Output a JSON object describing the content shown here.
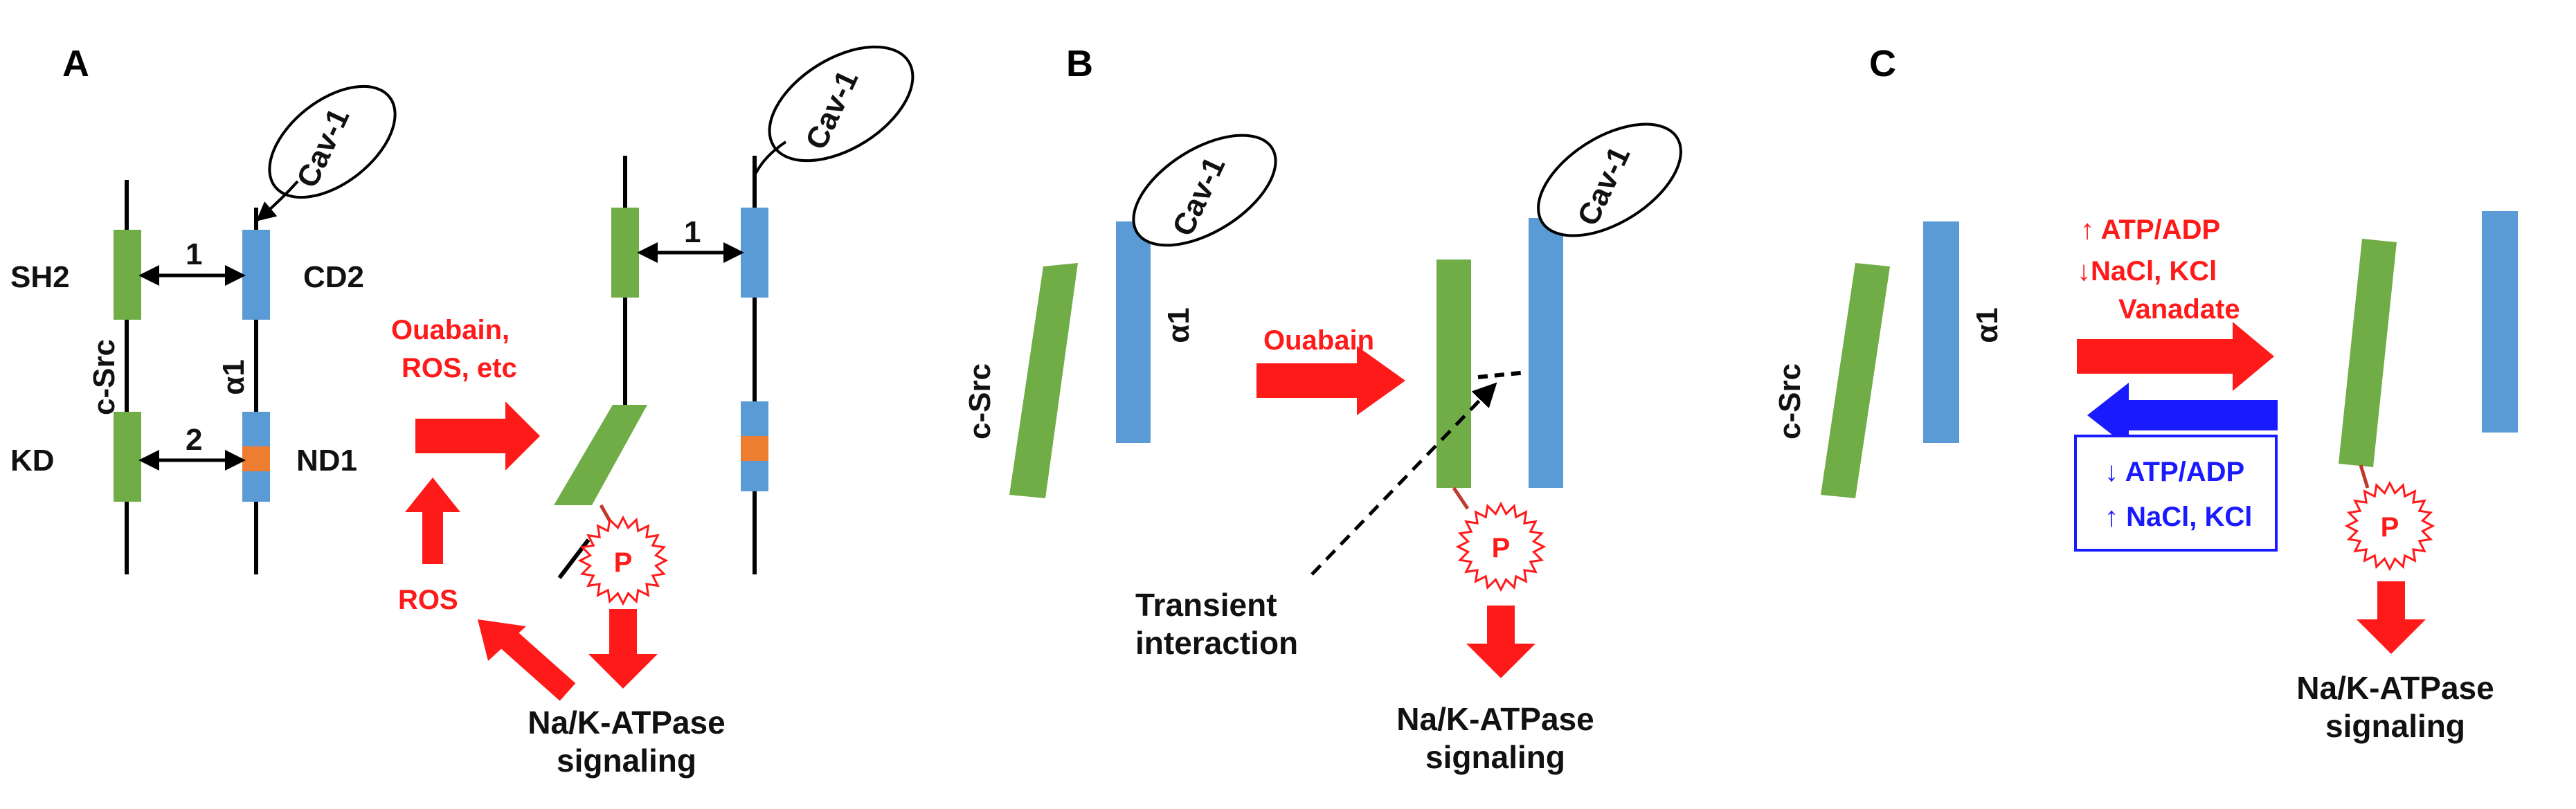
{
  "colors": {
    "red": "#ff1a1a",
    "blue": "#1a1aff",
    "green": "#70ad47",
    "protein_blue": "#5b9bd5",
    "orange": "#ed7d31"
  },
  "panelA": {
    "label": "A",
    "sh2": "SH2",
    "cd2": "CD2",
    "csrc": "c-Src",
    "alpha": "α1",
    "kd": "KD",
    "nd1": "ND1",
    "one": "1",
    "two": "2",
    "cav": "Cav-1",
    "stim1": "Ouabain,",
    "stim2": "ROS, etc",
    "ros": "ROS",
    "p": "P",
    "one_right": "1",
    "cav_right": "Cav-1",
    "out1": "Na/K-ATPase",
    "out2": "signaling"
  },
  "panelB": {
    "label": "B",
    "cav": "Cav-1",
    "csrc": "c-Src",
    "alpha": "α1",
    "stim": "Ouabain",
    "cav_right": "Cav-1",
    "transient1": "Transient",
    "transient2": "interaction",
    "p": "P",
    "out1": "Na/K-ATPase",
    "out2": "signaling"
  },
  "panelC": {
    "label": "C",
    "csrc": "c-Src",
    "alpha": "α1",
    "fwd1": "↑ ATP/ADP",
    "fwd2": "↓NaCl, KCl",
    "fwd3": "Vanadate",
    "rev1": "↓ ATP/ADP",
    "rev2": "↑ NaCl, KCl",
    "p": "P",
    "out1": "Na/K-ATPase",
    "out2": "signaling"
  }
}
